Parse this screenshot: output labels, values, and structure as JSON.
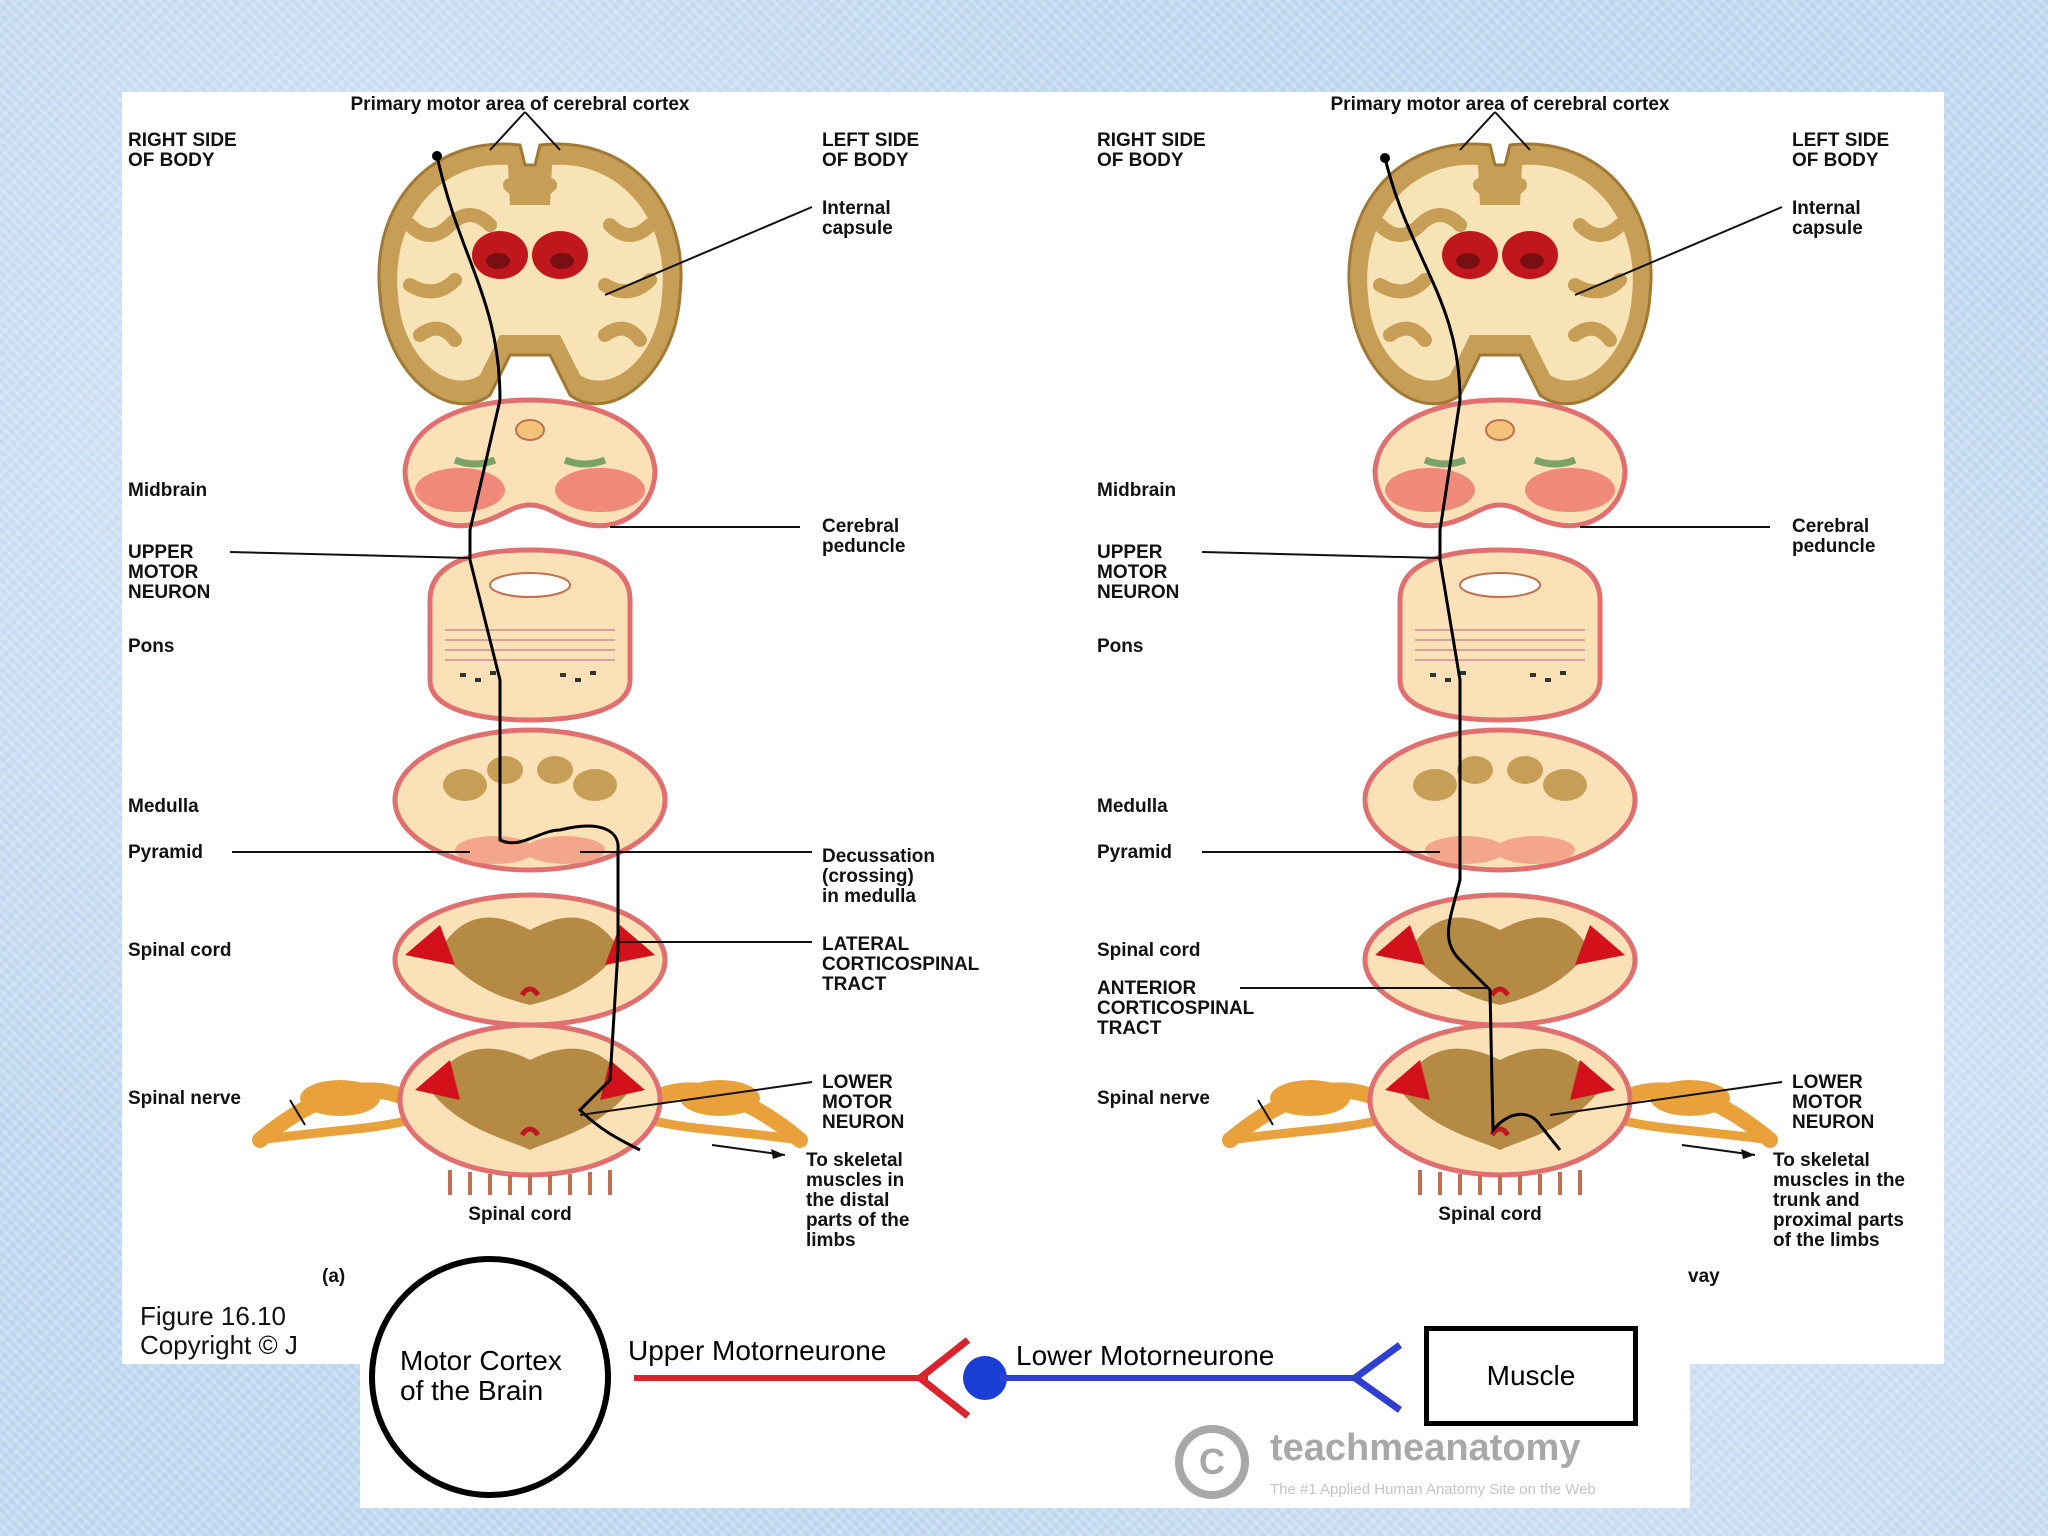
{
  "diagram": {
    "left_panel": {
      "title": "Primary motor area of cerebral cortex",
      "right_side": [
        "RIGHT SIDE",
        "OF BODY"
      ],
      "left_side": [
        "LEFT SIDE",
        "OF BODY"
      ],
      "internal_capsule": [
        "Internal",
        "capsule"
      ],
      "midbrain": "Midbrain",
      "cerebral_peduncle": [
        "Cerebral",
        "peduncle"
      ],
      "upper_motor_neuron": [
        "UPPER",
        "MOTOR",
        "NEURON"
      ],
      "pons": "Pons",
      "medulla": "Medulla",
      "pyramid": "Pyramid",
      "decussation": [
        "Decussation",
        "(crossing)",
        "in medulla"
      ],
      "spinal_cord": "Spinal cord",
      "tract": [
        "LATERAL",
        "CORTICOSPINAL",
        "TRACT"
      ],
      "spinal_nerve": "Spinal nerve",
      "lower_motor_neuron": [
        "LOWER",
        "MOTOR",
        "NEURON"
      ],
      "muscles": [
        "To skeletal",
        "muscles in",
        "the distal",
        "parts of the",
        "limbs"
      ],
      "spinal_cord_bottom": "Spinal cord",
      "panel_tag": "(a)"
    },
    "right_panel": {
      "title": "Primary motor area of cerebral cortex",
      "right_side": [
        "RIGHT SIDE",
        "OF BODY"
      ],
      "left_side": [
        "LEFT SIDE",
        "OF BODY"
      ],
      "internal_capsule": [
        "Internal",
        "capsule"
      ],
      "midbrain": "Midbrain",
      "cerebral_peduncle": [
        "Cerebral",
        "peduncle"
      ],
      "upper_motor_neuron": [
        "UPPER",
        "MOTOR",
        "NEURON"
      ],
      "pons": "Pons",
      "medulla": "Medulla",
      "pyramid": "Pyramid",
      "spinal_cord": "Spinal cord",
      "tract": [
        "ANTERIOR",
        "CORTICOSPINAL",
        "TRACT"
      ],
      "spinal_nerve": "Spinal nerve",
      "lower_motor_neuron": [
        "LOWER",
        "MOTOR",
        "NEURON"
      ],
      "muscles": [
        "To skeletal",
        "muscles in the",
        "trunk and",
        "proximal parts",
        "of the limbs"
      ],
      "spinal_cord_bottom": "Spinal cord",
      "panel_tag_fragment": "vay"
    },
    "figure_caption": [
      "Figure 16.10",
      "Copyright © J"
    ]
  },
  "pathway": {
    "cortex": [
      "Motor Cortex",
      "of the Brain"
    ],
    "upper": "Upper Motorneurone",
    "lower": "Lower Motorneurone",
    "muscle": "Muscle",
    "colors": {
      "upper": "#d9232e",
      "lower": "#2f3fd0",
      "node": "#1a3fd6"
    }
  },
  "watermark": {
    "brand": "teachmeanatomy",
    "tagline": "The #1 Applied Human Anatomy Site on the Web"
  }
}
